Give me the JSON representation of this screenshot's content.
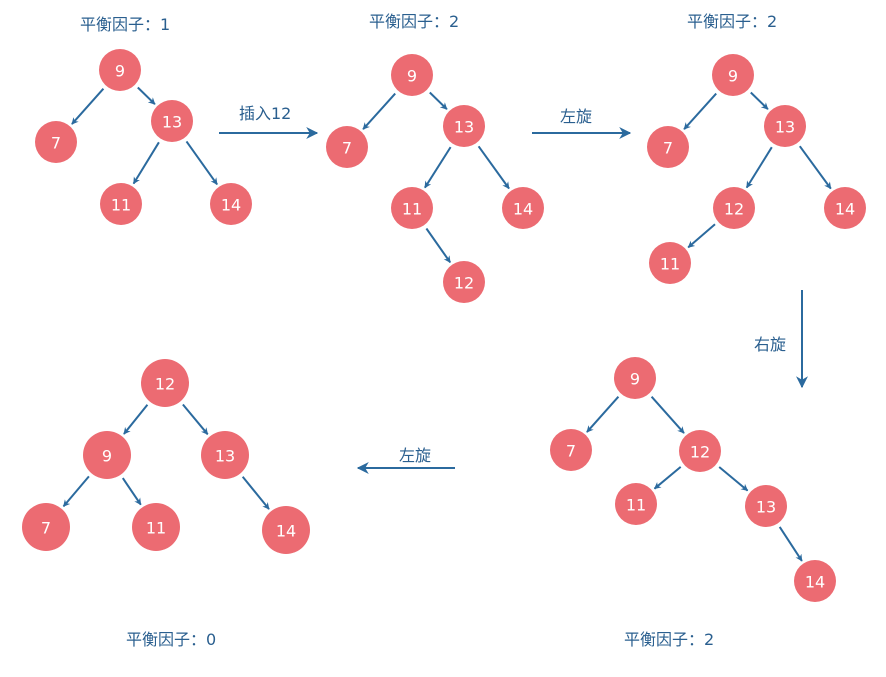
{
  "colors": {
    "node": "#ec6b72",
    "arrow": "#2b6a9e",
    "text": "#2a5f8f"
  },
  "stages": [
    {
      "id": "s1",
      "balance_label": "平衡因子：1",
      "nodes": [
        {
          "id": "n9",
          "v": "9"
        },
        {
          "id": "n7",
          "v": "7"
        },
        {
          "id": "n13",
          "v": "13"
        },
        {
          "id": "n11",
          "v": "11"
        },
        {
          "id": "n14",
          "v": "14"
        }
      ],
      "edges": [
        [
          "n9",
          "n7"
        ],
        [
          "n9",
          "n13"
        ],
        [
          "n13",
          "n11"
        ],
        [
          "n13",
          "n14"
        ]
      ]
    },
    {
      "id": "s2",
      "balance_label": "平衡因子：2",
      "nodes": [
        {
          "id": "n9",
          "v": "9"
        },
        {
          "id": "n7",
          "v": "7"
        },
        {
          "id": "n13",
          "v": "13"
        },
        {
          "id": "n11",
          "v": "11"
        },
        {
          "id": "n14",
          "v": "14"
        },
        {
          "id": "n12",
          "v": "12"
        }
      ],
      "edges": [
        [
          "n9",
          "n7"
        ],
        [
          "n9",
          "n13"
        ],
        [
          "n13",
          "n11"
        ],
        [
          "n13",
          "n14"
        ],
        [
          "n11",
          "n12"
        ]
      ]
    },
    {
      "id": "s3",
      "balance_label": "平衡因子：2",
      "nodes": [
        {
          "id": "n9",
          "v": "9"
        },
        {
          "id": "n7",
          "v": "7"
        },
        {
          "id": "n13",
          "v": "13"
        },
        {
          "id": "n12",
          "v": "12"
        },
        {
          "id": "n14",
          "v": "14"
        },
        {
          "id": "n11",
          "v": "11"
        }
      ],
      "edges": [
        [
          "n9",
          "n7"
        ],
        [
          "n9",
          "n13"
        ],
        [
          "n13",
          "n12"
        ],
        [
          "n13",
          "n14"
        ],
        [
          "n12",
          "n11"
        ]
      ]
    },
    {
      "id": "s4",
      "balance_label": "平衡因子：2",
      "nodes": [
        {
          "id": "n9",
          "v": "9"
        },
        {
          "id": "n7",
          "v": "7"
        },
        {
          "id": "n12",
          "v": "12"
        },
        {
          "id": "n11",
          "v": "11"
        },
        {
          "id": "n13",
          "v": "13"
        },
        {
          "id": "n14",
          "v": "14"
        }
      ],
      "edges": [
        [
          "n9",
          "n7"
        ],
        [
          "n9",
          "n12"
        ],
        [
          "n12",
          "n11"
        ],
        [
          "n12",
          "n13"
        ],
        [
          "n13",
          "n14"
        ]
      ]
    },
    {
      "id": "s5",
      "balance_label": "平衡因子：0",
      "nodes": [
        {
          "id": "n12",
          "v": "12"
        },
        {
          "id": "n9",
          "v": "9"
        },
        {
          "id": "n13",
          "v": "13"
        },
        {
          "id": "n7",
          "v": "7"
        },
        {
          "id": "n11",
          "v": "11"
        },
        {
          "id": "n14",
          "v": "14"
        }
      ],
      "edges": [
        [
          "n12",
          "n9"
        ],
        [
          "n12",
          "n13"
        ],
        [
          "n9",
          "n7"
        ],
        [
          "n9",
          "n11"
        ],
        [
          "n13",
          "n14"
        ]
      ]
    }
  ],
  "operations": [
    {
      "id": "op1",
      "label": "插入12"
    },
    {
      "id": "op2",
      "label": "左旋"
    },
    {
      "id": "op3",
      "label": "右旋"
    },
    {
      "id": "op4",
      "label": "左旋"
    }
  ]
}
